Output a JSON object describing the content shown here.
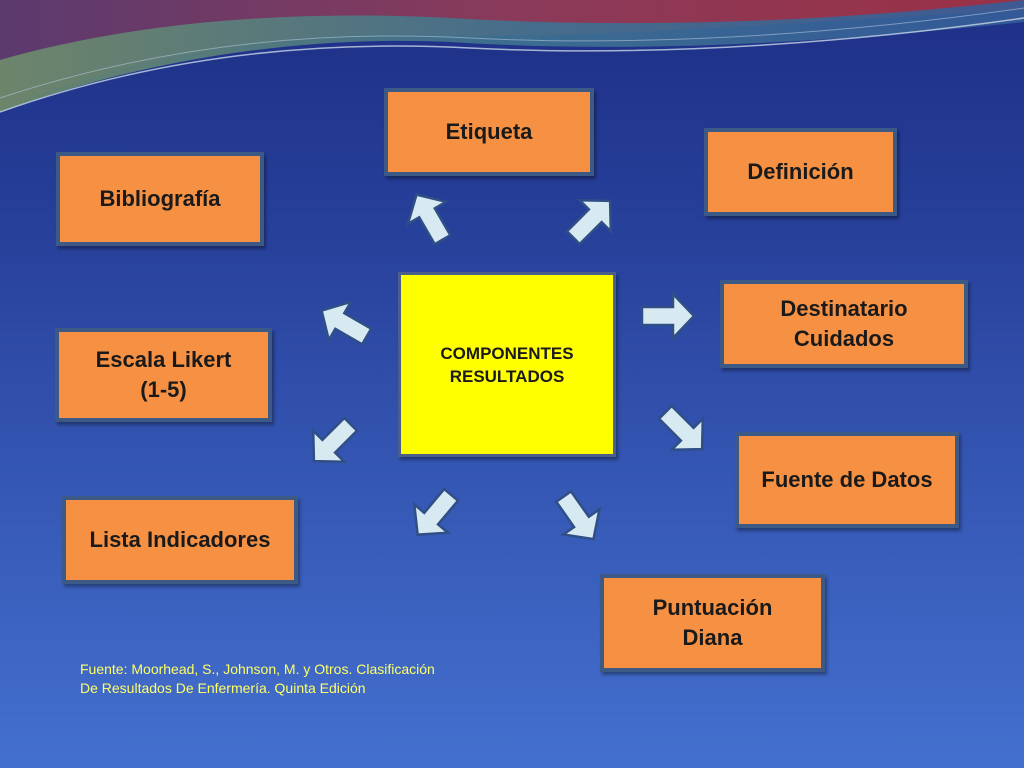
{
  "center": {
    "label": "COMPONENTES\nRESULTADOS"
  },
  "components": [
    {
      "id": "etiqueta",
      "label": "Etiqueta"
    },
    {
      "id": "definicion",
      "label": "Definición"
    },
    {
      "id": "destinatario-cuidados",
      "label": "Destinatario\nCuidados"
    },
    {
      "id": "fuente-de-datos",
      "label": "Fuente de Datos"
    },
    {
      "id": "puntuacion-diana",
      "label": "Puntuación\nDiana"
    },
    {
      "id": "lista-indicadores",
      "label": "Lista Indicadores"
    },
    {
      "id": "escala-likert",
      "label": "Escala Likert\n(1-5)"
    },
    {
      "id": "bibliografia",
      "label": "Bibliografía"
    }
  ],
  "source_note": "Fuente: Moorhead, S., Johnson, M. y Otros. Clasificación\nDe Resultados De Enfermería. Quinta Edición",
  "colors": {
    "component_box": "#f69144",
    "center_box": "#ffff00",
    "arrow_fill": "#d8eaf1",
    "note_text": "#ffff66"
  }
}
